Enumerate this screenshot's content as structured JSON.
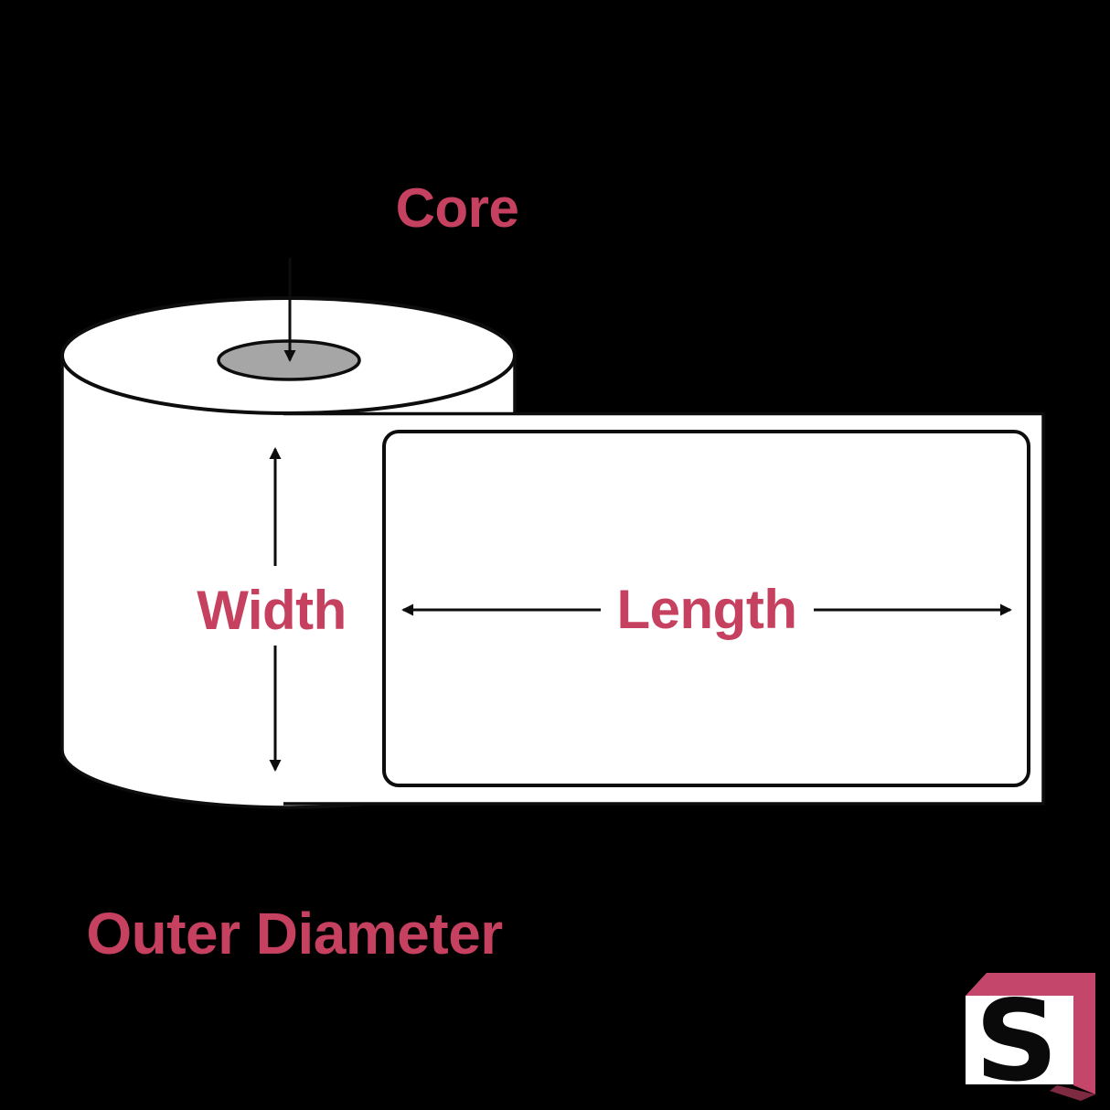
{
  "diagram": {
    "type": "label-roll-dimension-diagram",
    "labels": {
      "core": "Core",
      "width": "Width",
      "length": "Length",
      "outer_diameter": "Outer Diameter"
    },
    "logo": {
      "letter": "S",
      "icon": "s-label-brand-logo"
    },
    "icons": {
      "core_arrow": "arrow-down",
      "width_arrow": "arrow-vertical-double",
      "length_arrow": "arrow-horizontal-double"
    },
    "colors": {
      "background": "#000000",
      "accent_text": "#C5415F",
      "roll_white": "#FFFFFF",
      "core_gray": "#A6A6A6",
      "outline_black": "#0D0D0D",
      "logo_pink": "#C4476B",
      "logo_dark_shadow": "#7E2B42"
    }
  }
}
